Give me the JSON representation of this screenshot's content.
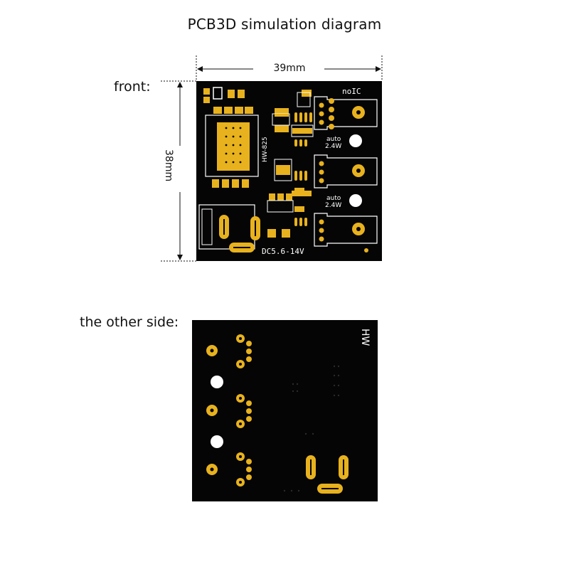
{
  "title": "PCB3D simulation diagram",
  "labels": {
    "front": "front:",
    "back": "the other side:"
  },
  "dimensions": {
    "width": "39mm",
    "height": "38mm"
  },
  "front_board": {
    "silkscreen": {
      "model": "HW-825",
      "no_ic": "noIC",
      "auto1_line1": "auto",
      "auto1_line2": "2.4W",
      "auto2_line1": "auto",
      "auto2_line2": "2.4W",
      "voltage": "DC5.6-14V"
    }
  },
  "back_board": {
    "silkscreen": {
      "mark": "HW"
    }
  },
  "colors": {
    "board": "#050505",
    "pad": "#e8b21e",
    "silk": "#ffffff"
  }
}
